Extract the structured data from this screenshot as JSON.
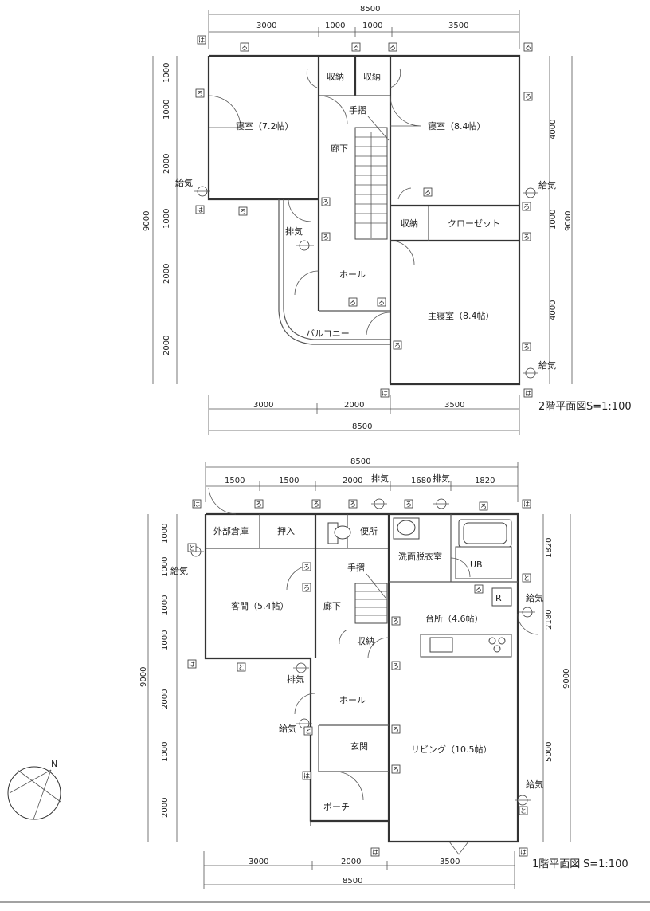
{
  "floor2": {
    "title": "2階平面図",
    "scale": "S=1:100",
    "dims_top_total": "8500",
    "dims_top": [
      "3000",
      "1000",
      "1000",
      "3500"
    ],
    "dims_bottom": [
      "3000",
      "2000",
      "3500"
    ],
    "dims_bottom_total": "8500",
    "dims_left": [
      "1000",
      "1000",
      "2000",
      "1000",
      "2000",
      "2000"
    ],
    "dims_left_total": "9000",
    "dims_right": [
      "4000",
      "1000",
      "4000"
    ],
    "dims_right_total": "9000",
    "rooms": {
      "bedroom_left": "寝室（7.2帖）",
      "bedroom_right": "寝室（8.4帖）",
      "storage_1": "収納",
      "storage_2": "収納",
      "handrail": "手摺",
      "corridor": "廊下",
      "storage_3": "収納",
      "closet": "クローゼット",
      "exhaust": "排気",
      "supply_1": "給気",
      "supply_2": "給気",
      "supply_3": "給気",
      "hall": "ホール",
      "master_bedroom": "主寝室（8.4帖）",
      "balcony": "バルコニー"
    }
  },
  "floor1": {
    "title": "1階平面図",
    "scale": "S=1:100",
    "dims_top_total": "8500",
    "dims_top": [
      "1500",
      "1500",
      "2000",
      "1680",
      "1820"
    ],
    "dims_bottom": [
      "3000",
      "2000",
      "3500"
    ],
    "dims_bottom_total": "8500",
    "dims_left": [
      "1000",
      "1000",
      "1000",
      "1000",
      "2000",
      "1000",
      "2000"
    ],
    "dims_left_total": "9000",
    "dims_right": [
      "1820",
      "2180",
      "5000"
    ],
    "dims_right_total": "9000",
    "rooms": {
      "outdoor_storage": "外部倉庫",
      "closet_oshiire": "押入",
      "toilet": "便所",
      "washroom": "洗面脱衣室",
      "unit_bath": "UB",
      "refrigerator": "R",
      "handrail": "手摺",
      "guest_room": "客間（5.4帖）",
      "corridor": "廊下",
      "storage": "収納",
      "kitchen": "台所（4.6帖）",
      "hall": "ホール",
      "entrance": "玄関",
      "living": "リビング（10.5帖）",
      "porch": "ポーチ",
      "exhaust_1": "排気",
      "exhaust_2": "排気",
      "exhaust_3": "排気",
      "supply_1": "給気",
      "supply_2": "給気",
      "supply_3": "給気",
      "supply_4": "給気"
    }
  },
  "compass": {
    "north": "N"
  },
  "marks": {
    "ha": "は",
    "ro": "ろ",
    "to": "と"
  }
}
